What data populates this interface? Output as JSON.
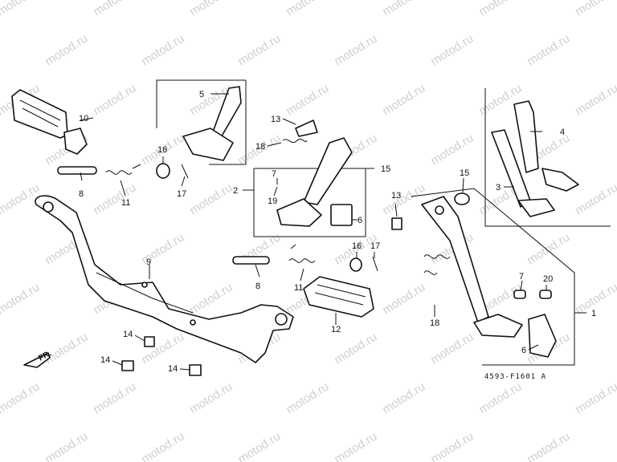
{
  "watermark": "motod.ru",
  "diagram_code": "4593-F1601 A",
  "direction_label": "FR.",
  "callouts": {
    "c1": "1",
    "c2": "2",
    "c3": "3",
    "c4": "4",
    "c5": "5",
    "c6a": "6",
    "c6b": "6",
    "c7a": "7",
    "c7b": "7",
    "c8a": "8",
    "c8b": "8",
    "c9": "9",
    "c10": "10",
    "c11a": "11",
    "c11b": "11",
    "c12": "12",
    "c13a": "13",
    "c13b": "13",
    "c14a": "14",
    "c14b": "14",
    "c14c": "14",
    "c15a": "15",
    "c15b": "15",
    "c16a": "16",
    "c16b": "16",
    "c17a": "17",
    "c17b": "17",
    "c18a": "18",
    "c18b": "18",
    "c19": "19",
    "c20": "20"
  }
}
